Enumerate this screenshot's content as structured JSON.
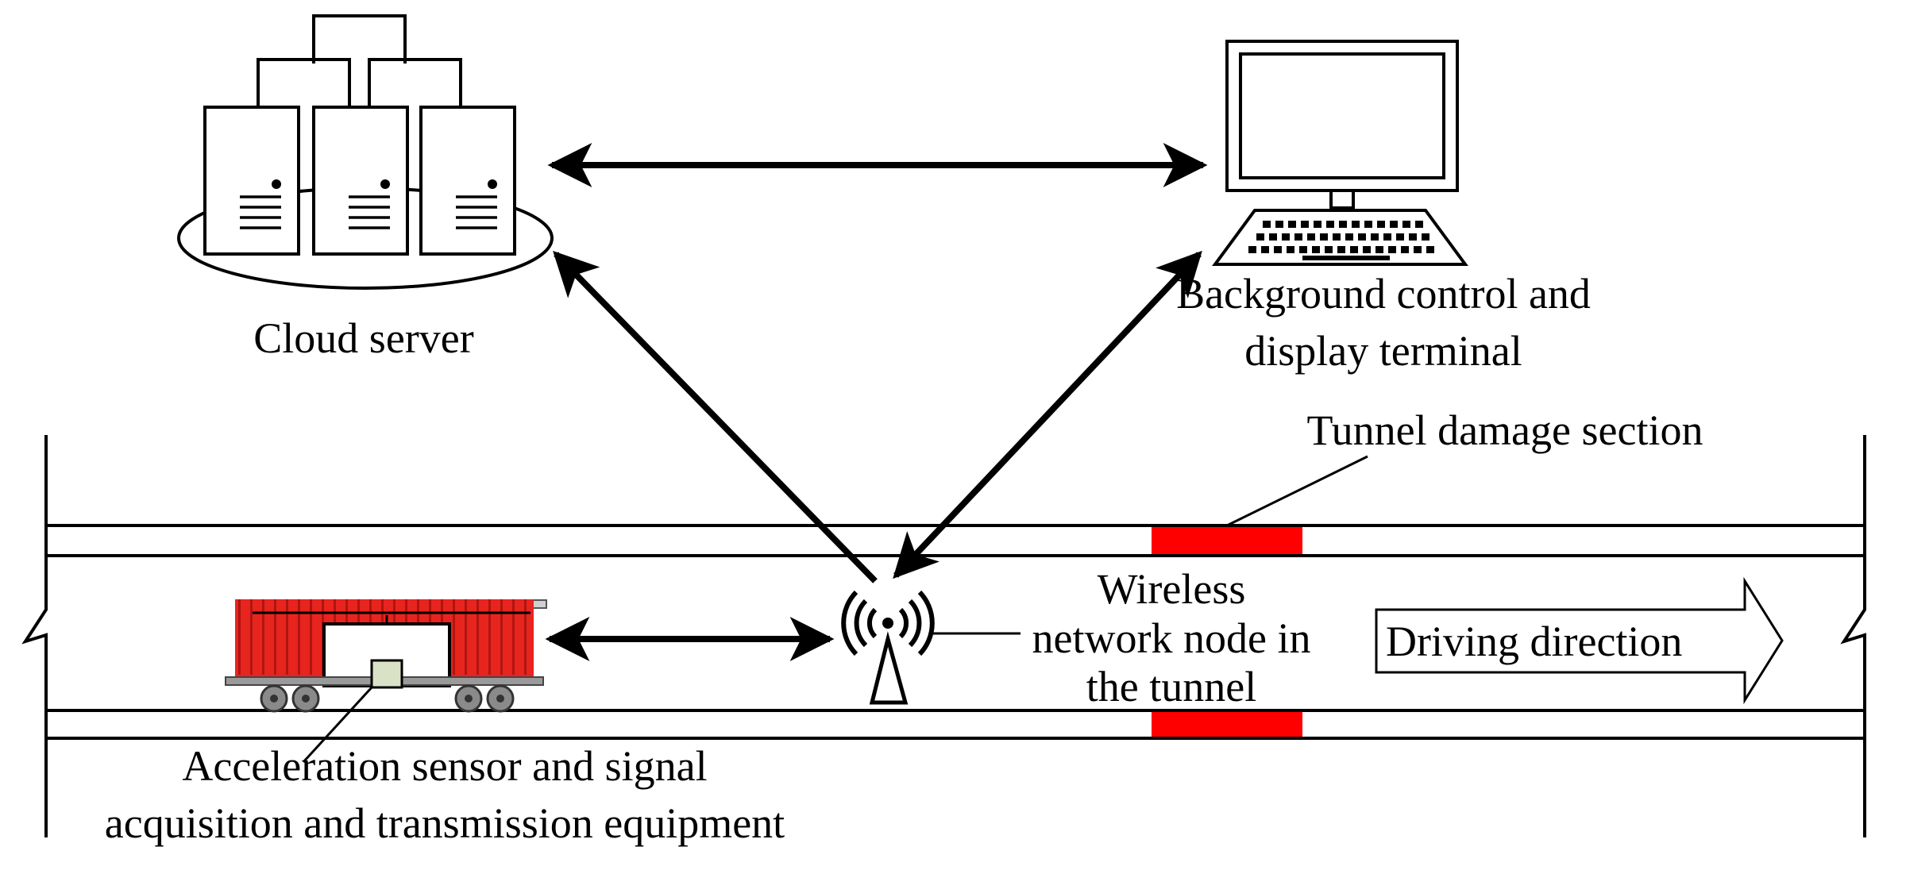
{
  "nodes": {
    "cloud_server": {
      "label": "Cloud server"
    },
    "terminal": {
      "label_lines": [
        "Background control and",
        "display terminal"
      ]
    },
    "wireless_node": {
      "label_lines": [
        "Wireless",
        "network node in",
        "the tunnel"
      ]
    },
    "sensor": {
      "label_lines": [
        "Acceleration sensor and signal",
        "acquisition and transmission equipment"
      ]
    }
  },
  "tunnel": {
    "damage_label": "Tunnel damage section",
    "damage_color": "#ff0000",
    "train_color": "#e8241f"
  },
  "direction_arrow": {
    "label": "Driving direction"
  }
}
